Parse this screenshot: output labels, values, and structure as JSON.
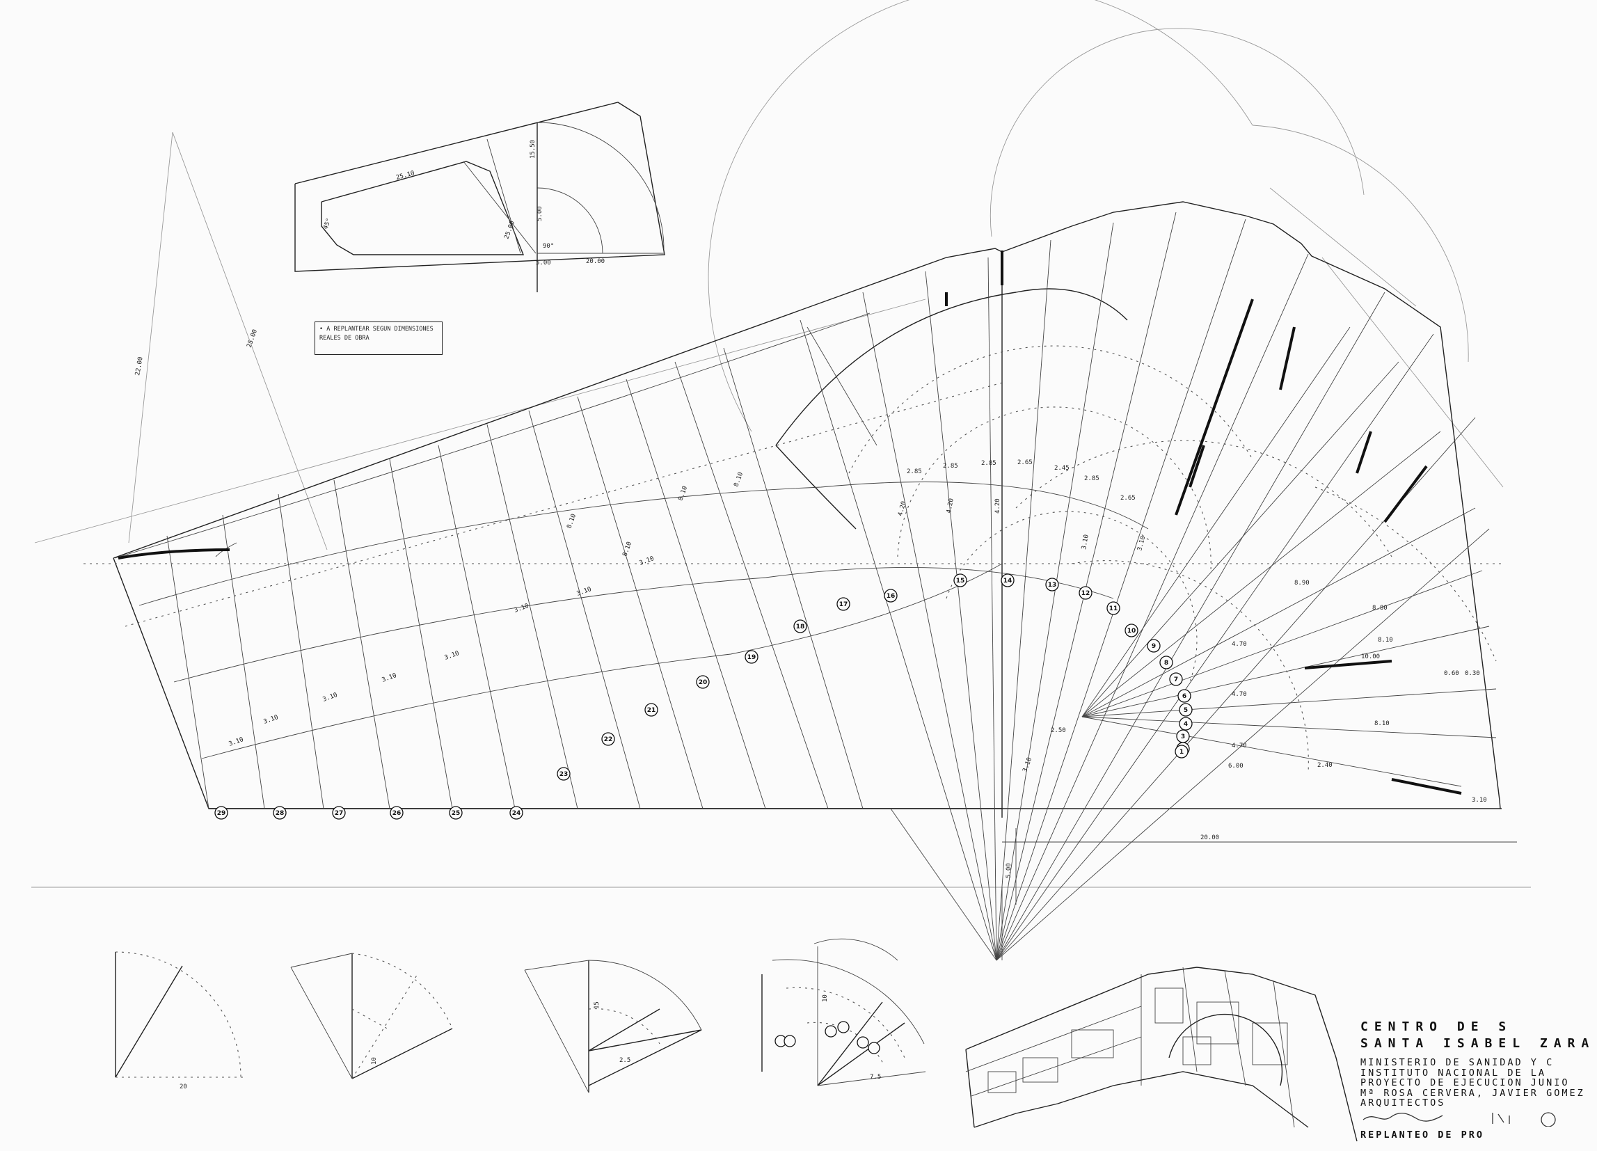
{
  "note": {
    "line1": "• A REPLANTEAR SEGUN DIMENSIONES",
    "line2": "REALES DE OBRA"
  },
  "title_block": {
    "heading1": "CENTRO DE S",
    "heading2": "SANTA ISABEL ZARA",
    "line1": "MINISTERIO DE SANIDAD Y C",
    "line2": "INSTITUTO NACIONAL DE LA",
    "line3": "PROYECTO DE EJECUCION JUNIO",
    "line4": "Mª ROSA CERVERA, JAVIER GOMEZ",
    "line5": "ARQUITECTOS",
    "line6": "REPLANTEO DE PRO"
  },
  "labels": {
    "inset_1550": "15.50",
    "inset_2510": "25.10",
    "inset_500": "5.00",
    "inset_2000": "20.00",
    "inset_500b": "5.00",
    "inset_2500": "25.00",
    "inset_90": "90°",
    "inset_4510": "45°",
    "left_2200": "22.00",
    "left_2500": "25.00",
    "dim_2000": "20.00",
    "dim_500": "5.00",
    "dim_600": "6.00",
    "dim_310": "3.10",
    "ring_285a": "2.85",
    "ring_285b": "2.85",
    "ring_285c": "2.85",
    "ring_265": "2.65",
    "ring_245": "2.45",
    "ring_420a": "4.20",
    "ring_420b": "4.20",
    "ring_420c": "4.20",
    "ring_310a": "3.10",
    "ring_310b": "3.10",
    "ring_890": "8.90",
    "ring_880": "8.80",
    "ring_810": "8.10",
    "ring_1000": "10.00",
    "ring_470a": "4.70",
    "ring_470b": "4.70",
    "ring_470c": "4.70",
    "ring_060": "0.60",
    "ring_030": "0.30",
    "ring_310c": "3.10",
    "ring_250": "2.50",
    "ring_240": "2.40",
    "par_1": "3.10",
    "par_2": "3.10",
    "par_3": "3.10",
    "par_4": "3.10",
    "par_5": "3.10",
    "par_6": "3.10",
    "par_7": "3.10",
    "par_8": "3.10",
    "par_9": "8.10",
    "par_10": "8.10",
    "par_11": "8.10",
    "par_12": "8.10",
    "small_20": "20",
    "small_10": "10",
    "small_15": "15",
    "small_25": "2.5",
    "small_7": "7.5"
  },
  "bubbles": {
    "b1": "29",
    "b2": "28",
    "b3": "27",
    "b4": "26",
    "b5": "25",
    "b6": "24",
    "b7": "23",
    "b8": "22",
    "b9": "21",
    "b10": "20",
    "b11": "19",
    "b12": "18",
    "b13": "17",
    "b14": "16",
    "b15": "15",
    "b16": "14",
    "b17": "13",
    "b18": "12",
    "b19": "11",
    "b20": "10",
    "b21": "9",
    "b22": "8",
    "b23": "7",
    "b24": "6",
    "b25": "5",
    "b26": "4",
    "b27": "3",
    "b28": "2",
    "b29": "1"
  }
}
